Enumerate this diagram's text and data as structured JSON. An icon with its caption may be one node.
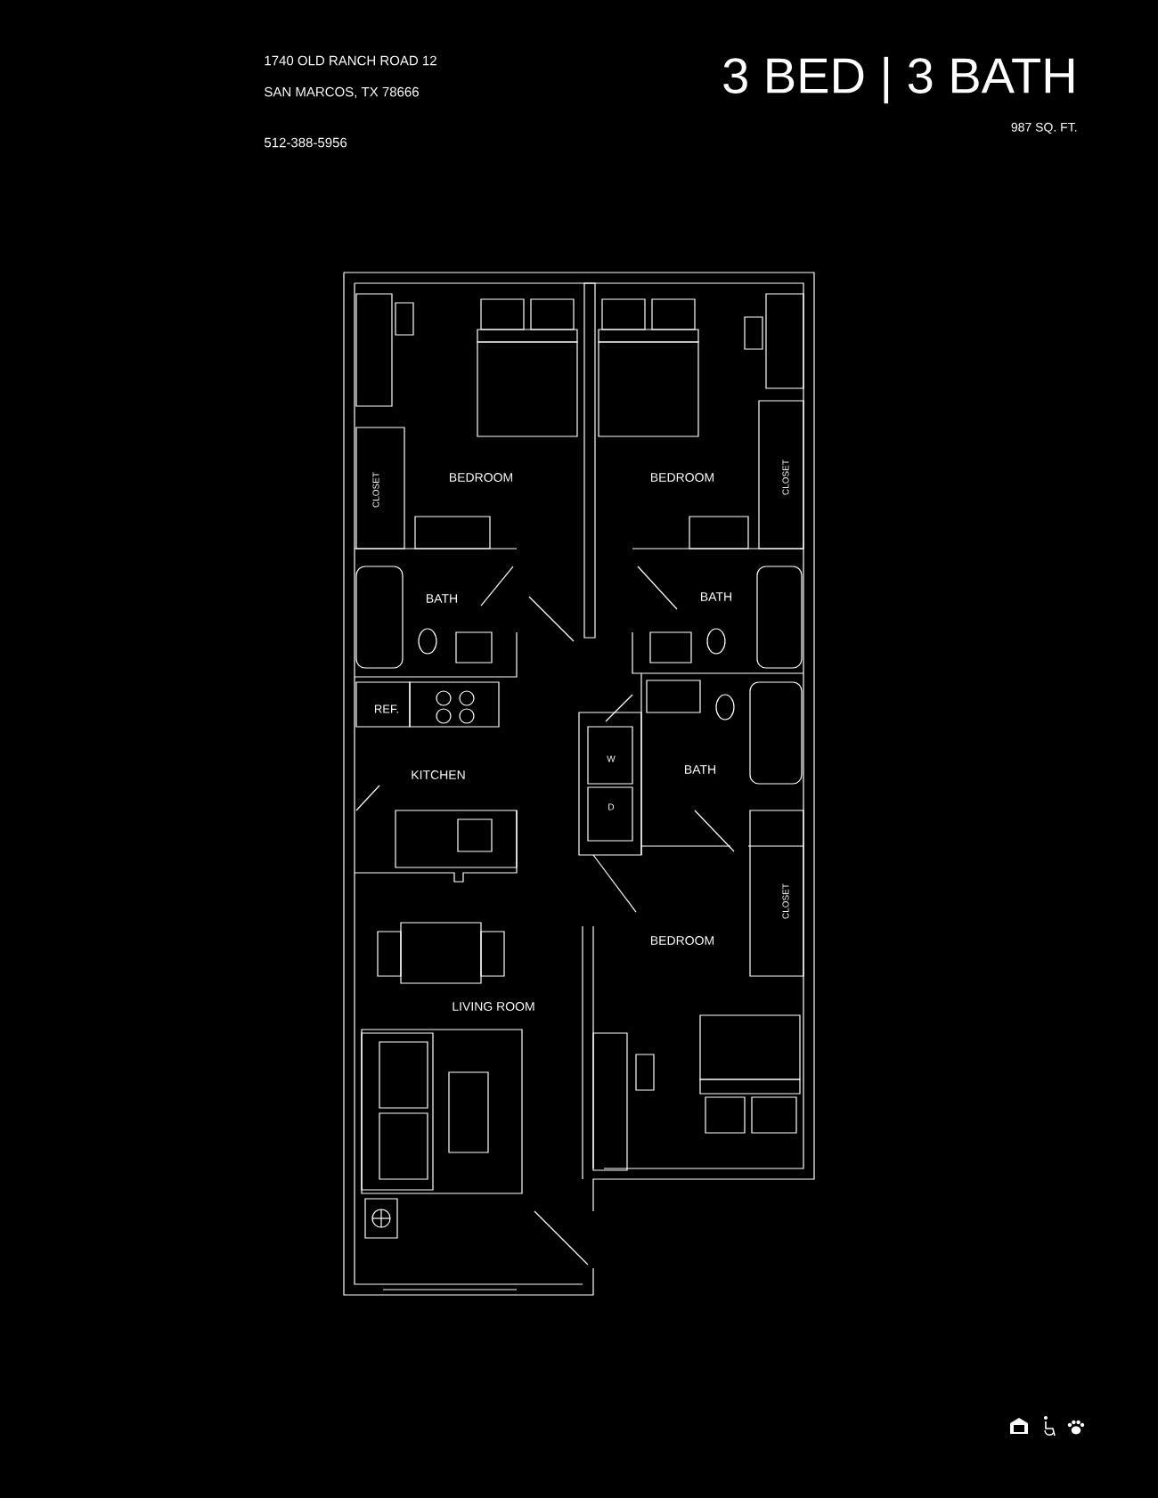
{
  "diagram": {
    "title": "3 BED | 3 BATH",
    "labels": [
      "1740 OLD RANCH ROAD 12",
      "SAN MARCOS, TX 78666",
      "512-388-5956",
      "987 SQ. FT.",
      "CLOSET",
      "BEDROOM",
      "BEDROOM",
      "CLOSET",
      "BATH",
      "BATH",
      "REF.",
      "W",
      "KITCHEN",
      "BATH",
      "D",
      "CLOSET",
      "BEDROOM",
      "LIVING ROOM"
    ]
  }
}
